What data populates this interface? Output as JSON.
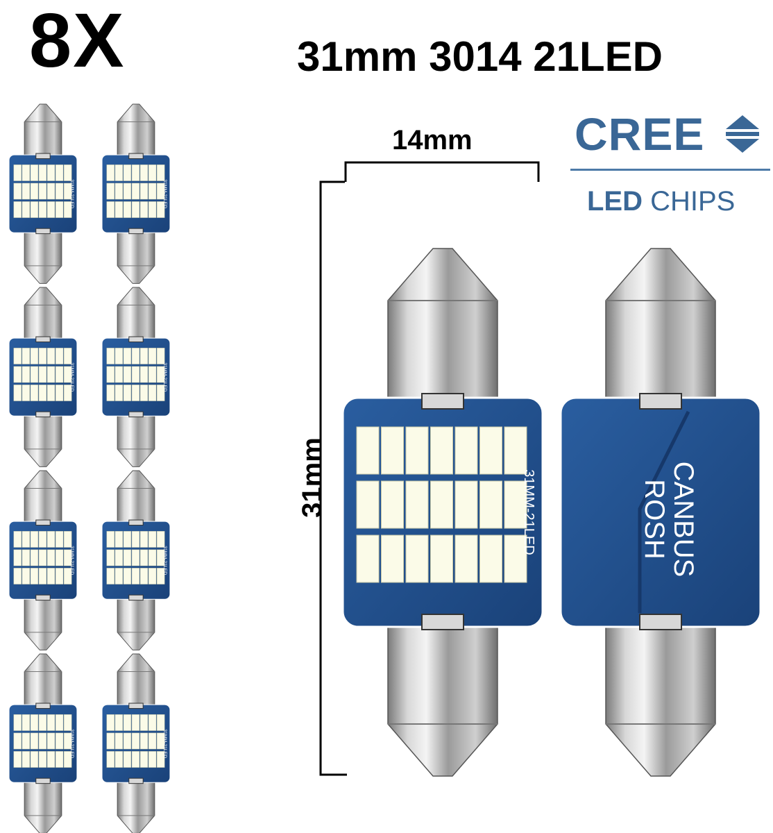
{
  "headline": {
    "count": "8X",
    "title": "31mm 3014 21LED"
  },
  "dimensions": {
    "width": "14mm",
    "height": "31mm"
  },
  "cree_logo": {
    "brand": "CREE",
    "sub_bold": "LED",
    "sub_regular": " CHIPS",
    "color": "#3a6796",
    "icon": "up-down-arrows-icon"
  },
  "bulb_front": {
    "board_label": "31MM-21LED",
    "led_rows": 3,
    "led_cols": 7
  },
  "bulb_back": {
    "board_text_line1": "CANBUS",
    "board_text_line2": "ROSH"
  },
  "thumbnails": {
    "count": 8,
    "board_label": "31MM-21LED"
  },
  "colors": {
    "board_blue": "#1e4e8c",
    "led_white": "#fbfbe8",
    "metal": "#c4c4c4"
  }
}
